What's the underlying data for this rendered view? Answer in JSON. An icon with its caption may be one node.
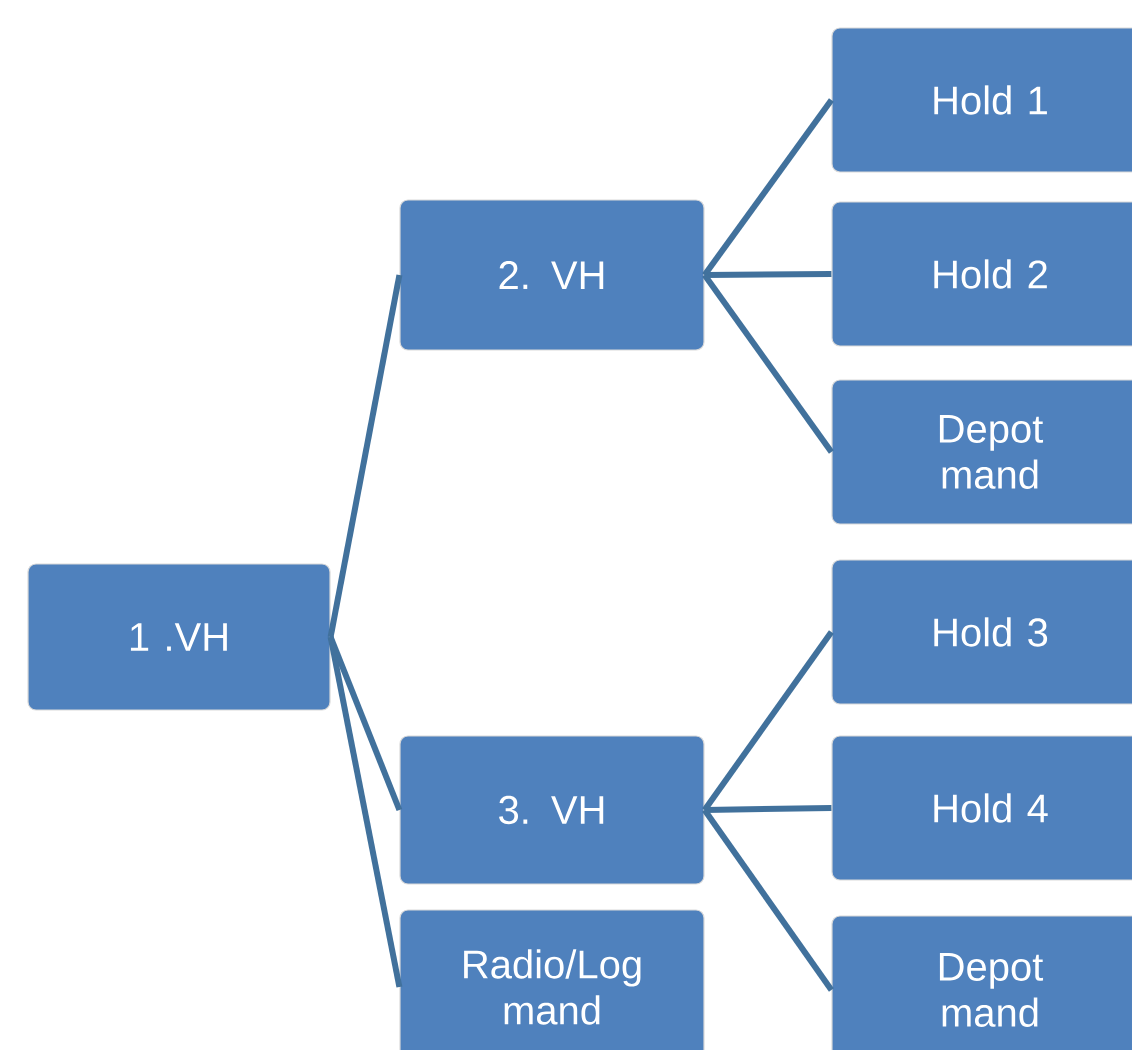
{
  "diagram": {
    "nodes": [
      {
        "text": [
          "1 .VH"
        ]
      },
      {
        "text": [
          "2. VH"
        ]
      },
      {
        "text": [
          "Hold 1"
        ]
      },
      {
        "text": [
          "Hold 2"
        ]
      },
      {
        "text": [
          "Depot mand"
        ]
      },
      {
        "text": [
          "3. VH"
        ]
      },
      {
        "text": [
          "Hold 3"
        ]
      },
      {
        "text": [
          "Hold 4"
        ]
      },
      {
        "text": [
          "Depot mand"
        ]
      },
      {
        "text": [
          "Radio/Log mand"
        ]
      }
    ],
    "edges": [
      {
        "from": 0,
        "to": 1,
        "arrow": "none"
      },
      {
        "from": 1,
        "to": 2,
        "arrow": "none"
      },
      {
        "from": 1,
        "to": 3,
        "arrow": "none"
      },
      {
        "from": 1,
        "to": 4,
        "arrow": "none"
      },
      {
        "from": 0,
        "to": 5,
        "arrow": "none"
      },
      {
        "from": 5,
        "to": 6,
        "arrow": "none"
      },
      {
        "from": 5,
        "to": 7,
        "arrow": "none"
      },
      {
        "from": 5,
        "to": 8,
        "arrow": "none"
      },
      {
        "from": 0,
        "to": 9,
        "arrow": "none"
      }
    ]
  }
}
